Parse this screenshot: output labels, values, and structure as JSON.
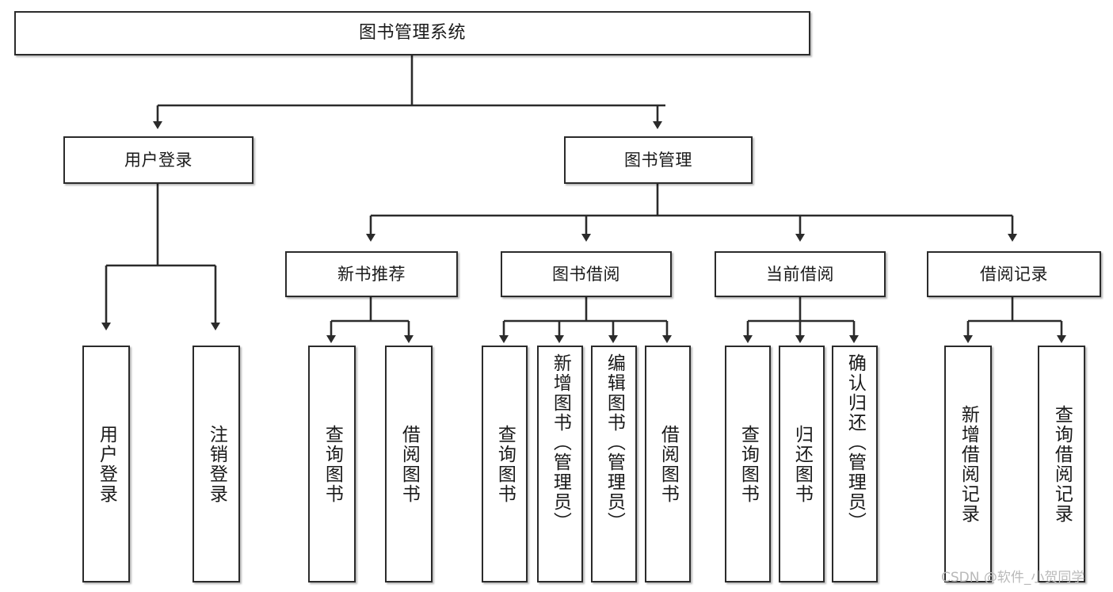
{
  "diagram": {
    "type": "tree",
    "title": "图书管理系统",
    "root": {
      "label": "图书管理系统"
    },
    "level1": [
      {
        "label": "用户登录"
      },
      {
        "label": "图书管理"
      }
    ],
    "level2": [
      {
        "label": "新书推荐"
      },
      {
        "label": "图书借阅"
      },
      {
        "label": "当前借阅"
      },
      {
        "label": "借阅记录"
      }
    ],
    "leaves": {
      "user_login": [
        {
          "label": "用户登录"
        },
        {
          "label": "注销登录"
        }
      ],
      "new_book_recommend": [
        {
          "label": "查询图书"
        },
        {
          "label": "借阅图书"
        }
      ],
      "book_borrow": [
        {
          "label": "查询图书"
        },
        {
          "label": "新增图书（管理员）"
        },
        {
          "label": "编辑图书（管理员）"
        },
        {
          "label": "借阅图书"
        }
      ],
      "current_borrow": [
        {
          "label": "查询图书"
        },
        {
          "label": "归还图书"
        },
        {
          "label": "确认归还（管理员）"
        }
      ],
      "borrow_record": [
        {
          "label": "新增借阅记录"
        },
        {
          "label": "查询借阅记录"
        }
      ]
    }
  },
  "watermark": {
    "text": "CSDN @软件_小贺同学"
  },
  "colors": {
    "border": "#2b2b2b",
    "box_fill": "#ffffff",
    "text": "#1a1a1a",
    "watermark": "#b9b9b9",
    "background": "#ffffff"
  }
}
